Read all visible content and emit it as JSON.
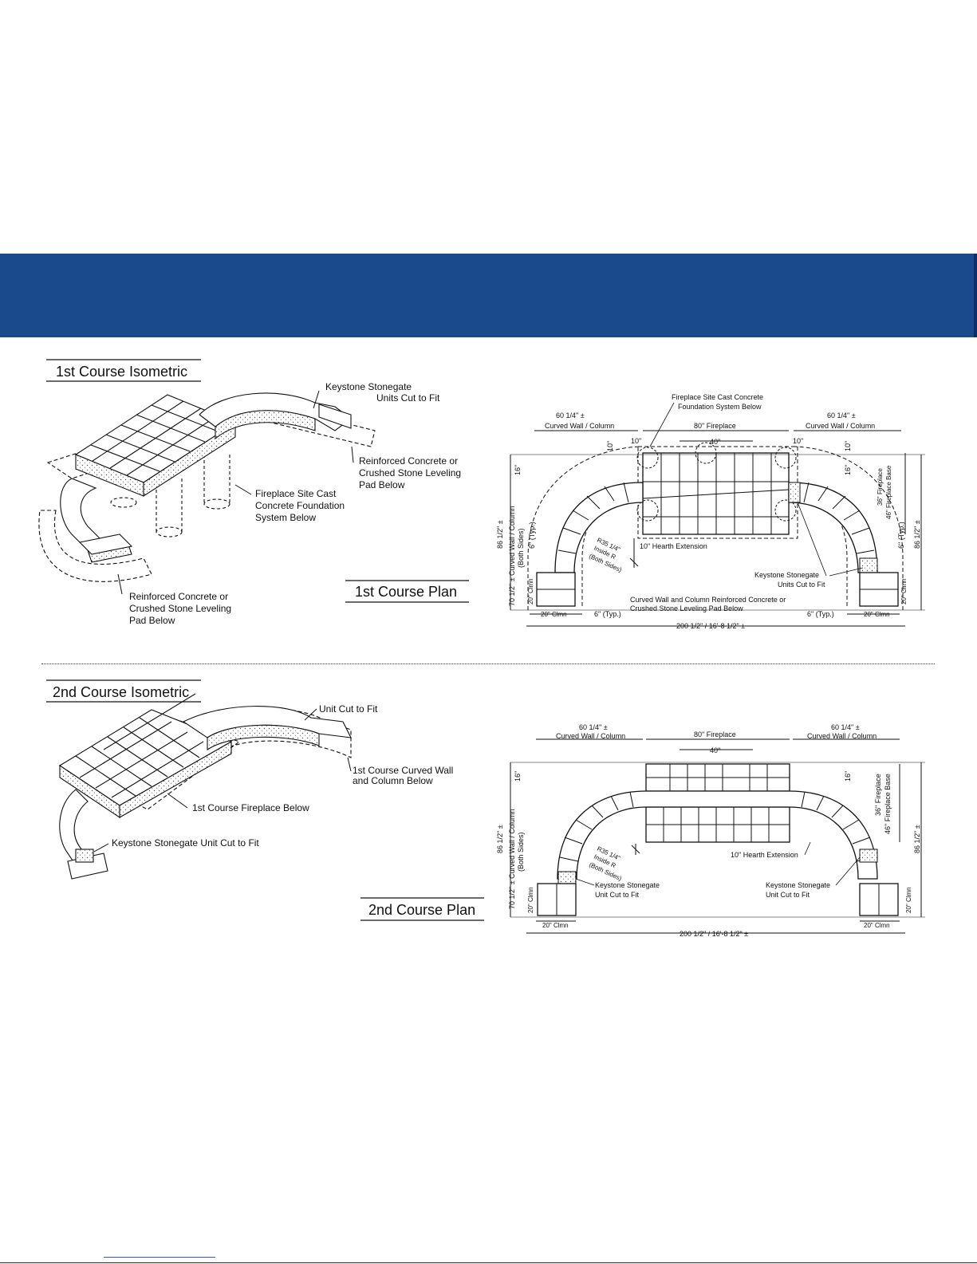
{
  "section1": {
    "iso_title": "1st Course Isometric",
    "plan_title": "1st Course Plan",
    "iso_callouts": {
      "keystone_1": "Keystone Stonegate",
      "keystone_2": "Units Cut to Fit",
      "pad_right_1": "Reinforced Concrete or",
      "pad_right_2": "Crushed Stone Leveling",
      "pad_right_3": "Pad Below",
      "foundation_1": "Fireplace Site Cast",
      "foundation_2": "Concrete Foundation",
      "foundation_3": "System Below",
      "pad_left_1": "Reinforced Concrete or",
      "pad_left_2": "Crushed Stone Leveling",
      "pad_left_3": "Pad Below"
    },
    "plan_labels": {
      "foundation_1": "Fireplace Site Cast Concrete",
      "foundation_2": "Foundation System Below",
      "curved_left_1": "60 1/4\" ±",
      "curved_left_2": "Curved Wall / Column",
      "fireplace": "80\" Fireplace",
      "curved_right_1": "60 1/4\" ±",
      "curved_right_2": "Curved Wall / Column",
      "dim_10_a": "10\"",
      "dim_10_b": "10\"",
      "dim_10_c": "10\"",
      "dim_10_d": "10\"",
      "dim_40": "40\"",
      "dim_16_left": "16\"",
      "dim_16_right": "16\"",
      "fireplace_36": "36\" Fireplace",
      "fireplace_46": "46\" Fireplace Base",
      "height_left": "86 1/2\" ±",
      "height_right": "86 1/2\" ±",
      "curved_wall_v_1": "70 1/2\" ± Curved Wall / Column",
      "curved_wall_v_2": "(Both Sides)",
      "typ_left": "6\" (Typ.)",
      "typ_right": "6\" (Typ.)",
      "radius_1": "R35 1/4\"",
      "radius_2": "Inside R",
      "radius_3": "(Both Sides)",
      "hearth": "10\" Hearth Extension",
      "keystone_1": "Keystone Stonegate",
      "keystone_2": "Units Cut to Fit",
      "clmn_v_left": "20\" Clmn",
      "clmn_v_right": "20\" Clmn",
      "clmn_left": "20\" Clmn",
      "clmn_right": "20\" Clmn",
      "typ_bottom_left": "6\" (Typ.)",
      "typ_bottom_right": "6\" (Typ.)",
      "pad_1": "Curved Wall and Column Reinforced Concrete or",
      "pad_2": "Crushed Stone Leveling Pad Below",
      "overall": "200 1/2\" / 16'-8 1/2\" ±"
    }
  },
  "section2": {
    "iso_title": "2nd Course Isometric",
    "plan_title": "2nd Course Plan",
    "iso_callouts": {
      "unit_cut": "Unit Cut to Fit",
      "curved_below_1": "1st Course Curved Wall",
      "curved_below_2": "and Column Below",
      "fireplace_below": "1st Course Fireplace Below",
      "keystone": "Keystone Stonegate Unit Cut to Fit"
    },
    "plan_labels": {
      "curved_left_1": "60 1/4\" ±",
      "curved_left_2": "Curved Wall / Column",
      "fireplace": "80\" Fireplace",
      "curved_right_1": "60 1/4\" ±",
      "curved_right_2": "Curved Wall / Column",
      "dim_40": "40\"",
      "dim_16_left": "16\"",
      "dim_16_right": "16\"",
      "fireplace_36": "36\" Fireplace",
      "fireplace_46": "46\" Fireplace Base",
      "height_left": "86 1/2\" ±",
      "height_right": "86 1/2\" ±",
      "curved_wall_v_1": "70 1/2\" ± Curved Wall / Column",
      "curved_wall_v_2": "(Both Sides)",
      "radius_1": "R35 1/4\"",
      "radius_2": "Inside R",
      "radius_3": "(Both Sides)",
      "hearth": "10\" Hearth Extension",
      "keystone_left_1": "Keystone Stonegate",
      "keystone_left_2": "Unit Cut to Fit",
      "keystone_right_1": "Keystone Stonegate",
      "keystone_right_2": "Unit Cut to Fit",
      "clmn_v_left": "20\" Clmn",
      "clmn_v_right": "20\" Clmn",
      "clmn_left": "20\" Clmn",
      "clmn_right": "20\" Clmn",
      "overall": "200 1/2\" / 16'-8 1/2\" ±"
    }
  },
  "colors": {
    "banner": "#1b4a8c",
    "ink": "#111111",
    "stone": "#d9d9d9"
  }
}
